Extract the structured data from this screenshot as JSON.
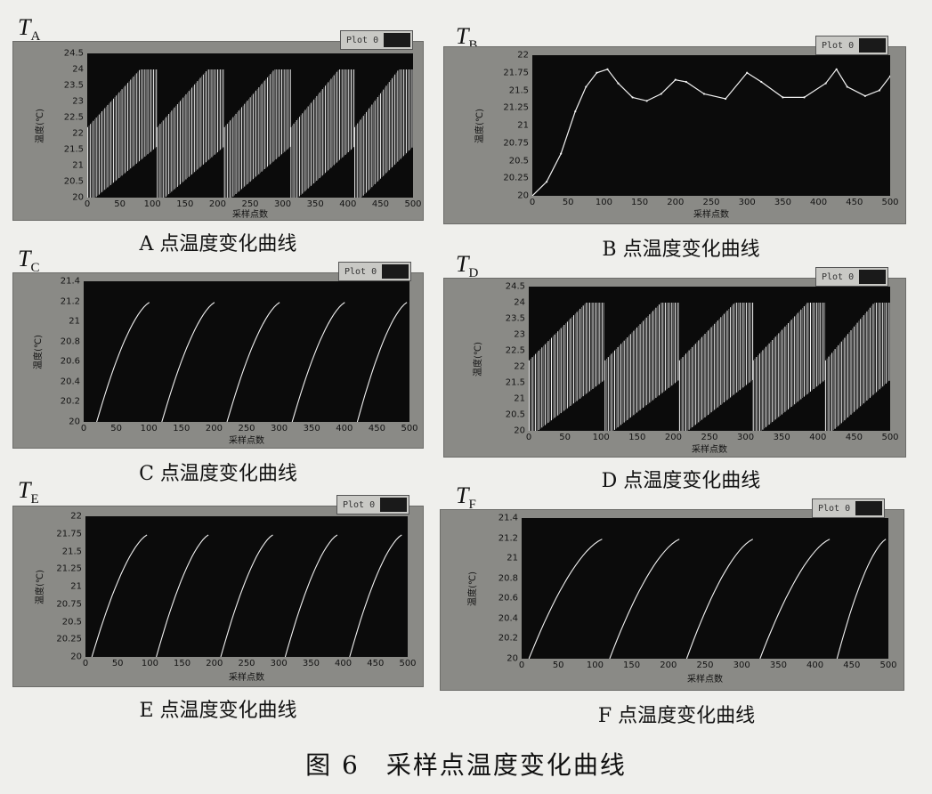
{
  "figure": {
    "title": "图 6　采样点温度变化曲线",
    "ylabel": "温度(℃)",
    "xlabel": "采样点数",
    "legend_text": "Plot 0",
    "colors": {
      "plot_bg": "#0b0b0b",
      "panel_bg": "#8a8a86",
      "trace": "#f2f2f2",
      "legend_swatch": "#1a1a1a"
    }
  },
  "chart_data": [
    {
      "id": "A",
      "label_main": "T",
      "label_sub": "A",
      "caption": "A 点温度变化曲线",
      "type": "line",
      "xlabel": "采样点数",
      "ylabel": "温度(℃)",
      "xlim": [
        0,
        500
      ],
      "ylim": [
        20,
        24.5
      ],
      "xticks": [
        0,
        50,
        100,
        150,
        200,
        250,
        300,
        350,
        400,
        450,
        500
      ],
      "yticks": [
        20,
        20.5,
        21,
        21.5,
        22,
        22.5,
        23,
        23.5,
        24,
        24.5
      ],
      "style": "bars",
      "periods": [
        [
          0,
          107
        ],
        [
          107,
          210
        ],
        [
          210,
          312
        ],
        [
          312,
          410
        ],
        [
          410,
          500
        ]
      ],
      "ystart": 20,
      "ypeak": 24
    },
    {
      "id": "B",
      "label_main": "T",
      "label_sub": "B",
      "caption": "B 点温度变化曲线",
      "type": "line",
      "xlabel": "采样点数",
      "ylabel": "温度(℃)",
      "xlim": [
        0,
        500
      ],
      "ylim": [
        20,
        22
      ],
      "xticks": [
        0,
        50,
        100,
        150,
        200,
        250,
        300,
        350,
        400,
        450,
        500
      ],
      "yticks": [
        20,
        20.25,
        20.5,
        20.75,
        21,
        21.25,
        21.5,
        21.75,
        22
      ],
      "style": "line",
      "points": [
        [
          0,
          20
        ],
        [
          20,
          20.2
        ],
        [
          40,
          20.6
        ],
        [
          60,
          21.2
        ],
        [
          75,
          21.55
        ],
        [
          90,
          21.75
        ],
        [
          105,
          21.8
        ],
        [
          120,
          21.6
        ],
        [
          140,
          21.4
        ],
        [
          160,
          21.35
        ],
        [
          180,
          21.45
        ],
        [
          200,
          21.65
        ],
        [
          215,
          21.62
        ],
        [
          240,
          21.45
        ],
        [
          270,
          21.38
        ],
        [
          300,
          21.75
        ],
        [
          320,
          21.62
        ],
        [
          350,
          21.4
        ],
        [
          380,
          21.4
        ],
        [
          410,
          21.6
        ],
        [
          425,
          21.8
        ],
        [
          440,
          21.55
        ],
        [
          465,
          21.42
        ],
        [
          485,
          21.5
        ],
        [
          500,
          21.7
        ]
      ]
    },
    {
      "id": "C",
      "label_main": "T",
      "label_sub": "C",
      "caption": "C 点温度变化曲线",
      "type": "line",
      "xlabel": "采样点数",
      "ylabel": "温度(℃)",
      "xlim": [
        0,
        500
      ],
      "ylim": [
        20,
        21.4
      ],
      "xticks": [
        0,
        50,
        100,
        150,
        200,
        250,
        300,
        350,
        400,
        450,
        500
      ],
      "yticks": [
        20,
        20.2,
        20.4,
        20.6,
        20.8,
        21,
        21.2,
        21.4
      ],
      "style": "saw",
      "periods": [
        [
          20,
          105
        ],
        [
          120,
          205
        ],
        [
          220,
          305
        ],
        [
          320,
          405
        ],
        [
          420,
          500
        ]
      ],
      "ystart": 20,
      "ypeak": 21.2
    },
    {
      "id": "D",
      "label_main": "T",
      "label_sub": "D",
      "caption": "D 点温度变化曲线",
      "type": "line",
      "xlabel": "采样点数",
      "ylabel": "温度(℃)",
      "xlim": [
        0,
        500
      ],
      "ylim": [
        20,
        24.5
      ],
      "xticks": [
        0,
        50,
        100,
        150,
        200,
        250,
        300,
        350,
        400,
        450,
        500
      ],
      "yticks": [
        20,
        20.5,
        21,
        21.5,
        22,
        22.5,
        23,
        23.5,
        24,
        24.5
      ],
      "style": "bars",
      "periods": [
        [
          0,
          105
        ],
        [
          105,
          208
        ],
        [
          208,
          310
        ],
        [
          310,
          410
        ],
        [
          410,
          500
        ]
      ],
      "ystart": 20,
      "ypeak": 24
    },
    {
      "id": "E",
      "label_main": "T",
      "label_sub": "E",
      "caption": "E 点温度变化曲线",
      "type": "line",
      "xlabel": "采样点数",
      "ylabel": "温度(℃)",
      "xlim": [
        0,
        500
      ],
      "ylim": [
        20,
        22
      ],
      "xticks": [
        0,
        50,
        100,
        150,
        200,
        250,
        300,
        350,
        400,
        450,
        500
      ],
      "yticks": [
        20,
        20.25,
        20.5,
        20.75,
        21,
        21.25,
        21.5,
        21.75,
        22
      ],
      "style": "saw",
      "periods": [
        [
          10,
          100
        ],
        [
          110,
          195
        ],
        [
          210,
          295
        ],
        [
          310,
          395
        ],
        [
          410,
          495
        ]
      ],
      "ystart": 20,
      "ypeak": 21.75
    },
    {
      "id": "F",
      "label_main": "T",
      "label_sub": "F",
      "caption": "F 点温度变化曲线",
      "type": "line",
      "xlabel": "采样点数",
      "ylabel": "温度(℃)",
      "xlim": [
        0,
        500
      ],
      "ylim": [
        20,
        21.4
      ],
      "xticks": [
        0,
        50,
        100,
        150,
        200,
        250,
        300,
        350,
        400,
        450,
        500
      ],
      "yticks": [
        20,
        20.2,
        20.4,
        20.6,
        20.8,
        21,
        21.2,
        21.4
      ],
      "style": "saw",
      "periods": [
        [
          10,
          115
        ],
        [
          120,
          220
        ],
        [
          225,
          320
        ],
        [
          325,
          425
        ],
        [
          430,
          500
        ]
      ],
      "ystart": 20,
      "ypeak": 21.2
    }
  ]
}
